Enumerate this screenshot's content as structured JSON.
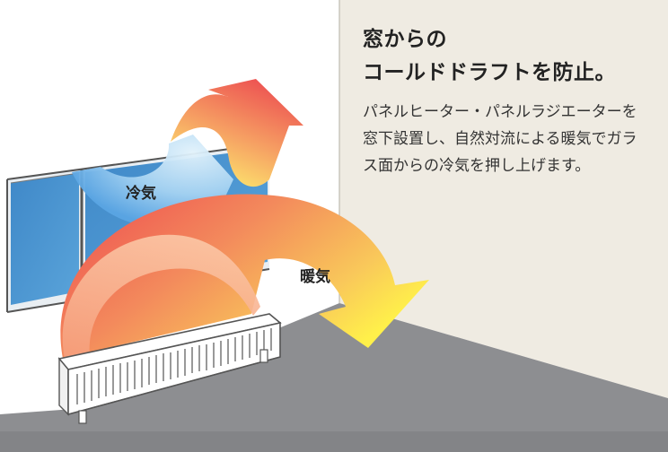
{
  "heading": {
    "line1": "窓からの",
    "line2": "コールドドラフトを防止。"
  },
  "description": "パネルヒーター・パネルラジエーターを窓下設置し、自然対流による暖気でガラス面からの冷気を押し上げます。",
  "labels": {
    "cold": "冷気",
    "warm": "暖気"
  },
  "colors": {
    "panel_background": "#efebe2",
    "floor": "#8d8e91",
    "glass": "#4a8fcd",
    "warm_red": "#ee4f4f",
    "warm_yellow": "#fff04a",
    "cold_blue": "#4f9de0"
  }
}
